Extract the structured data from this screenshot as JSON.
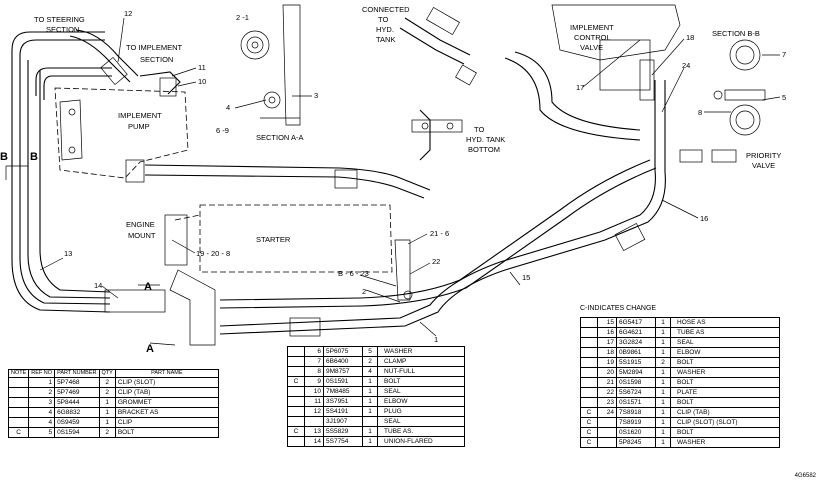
{
  "callouts": {
    "to_steering": "TO STEERING",
    "section": "SECTION",
    "to_implement": "TO IMPLEMENT",
    "section2": "SECTION",
    "implement": "IMPLEMENT",
    "pump": "PUMP",
    "n_2_1": "2 -1",
    "n_12": "12",
    "n_11": "11",
    "n_10": "10",
    "n_4": "4",
    "n_3": "3",
    "n_6_9": "6 -9",
    "section_aa": "SECTION A-A",
    "connected": "CONNECTED",
    "to_line": "TO",
    "hyd": "HYD.",
    "tank": "TANK",
    "to_hyd": "TO",
    "hyd2": "HYD. TANK",
    "bottom": "BOTTOM",
    "implement2": "IMPLEMENT",
    "control": "CONTROL",
    "valve": "VALVE",
    "n_17": "17",
    "n_18": "18",
    "n_24": "24",
    "section_bb": "SECTION B-B",
    "n_7": "7",
    "n_5": "5",
    "n_8": "8",
    "priority": "PRIORITY",
    "valve2": "VALVE",
    "n_16": "16",
    "engine": "ENGINE",
    "mount": "MOUNT",
    "n_19": "19 - 20 - 8",
    "starter": "STARTER",
    "n_21": "21 - 6",
    "n_22": "22",
    "n_b6": "B - 6 - 23",
    "n_2b": "2",
    "n_15": "15",
    "n_13": "13",
    "n_14": "14",
    "n_1": "1",
    "B": "B",
    "A": "A"
  },
  "left_table": {
    "headers": [
      "NOTE",
      "REF NO",
      "PART NUMBER",
      "QTY",
      "PART NAME"
    ],
    "rows": [
      [
        "",
        "1",
        "5P7468",
        "2",
        "CLIP (SLOT)"
      ],
      [
        "",
        "2",
        "5P7469",
        "2",
        "CLIP (TAB)"
      ],
      [
        "",
        "3",
        "5P8444",
        "1",
        "GROMMET"
      ],
      [
        "",
        "4",
        "6G8832",
        "1",
        "BRACKET AS"
      ],
      [
        "",
        "4",
        "0S9459",
        "1",
        "CLIP"
      ],
      [
        "C",
        "5",
        "0S1594",
        "2",
        "BOLT"
      ]
    ]
  },
  "mid_table": {
    "rows": [
      [
        "",
        "6",
        "5P6075",
        "5",
        "WASHER"
      ],
      [
        "",
        "7",
        "6B6400",
        "2",
        "CLAMP"
      ],
      [
        "",
        "8",
        "9M8757",
        "4",
        "NUT-FULL"
      ],
      [
        "C",
        "9",
        "0S1591",
        "1",
        "BOLT"
      ],
      [
        "",
        "10",
        "7M8485",
        "1",
        "SEAL"
      ],
      [
        "",
        "11",
        "3S7951",
        "1",
        "ELBOW"
      ],
      [
        "",
        "12",
        "5S4191",
        "1",
        "PLUG"
      ],
      [
        "",
        "",
        "3J1907",
        "",
        "SEAL"
      ],
      [
        "C",
        "13",
        "5S5829",
        "1",
        "TUBE AS."
      ],
      [
        "",
        "14",
        "5S7754",
        "1",
        "UNION-FLARED"
      ]
    ]
  },
  "right_table": {
    "caption": "C-INDICATES CHANGE",
    "rows": [
      [
        "",
        "15",
        "6G5417",
        "1",
        "HOSE AS"
      ],
      [
        "",
        "16",
        "6G4621",
        "1",
        "TUBE AS"
      ],
      [
        "",
        "17",
        "3G2824",
        "1",
        "SEAL"
      ],
      [
        "",
        "18",
        "0B9861",
        "1",
        "ELBOW"
      ],
      [
        "",
        "19",
        "5S1915",
        "2",
        "BOLT"
      ],
      [
        "",
        "20",
        "5M2894",
        "1",
        "WASHER"
      ],
      [
        "",
        "21",
        "0S1598",
        "1",
        "BOLT"
      ],
      [
        "",
        "22",
        "5S6724",
        "1",
        "PLATE"
      ],
      [
        "",
        "23",
        "0S1571",
        "1",
        "BOLT"
      ],
      [
        "C",
        "24",
        "7S8918",
        "1",
        "CLIP (TAB)"
      ],
      [
        "C",
        "",
        "7S8919",
        "1",
        "CLIP (SLOT) (SLOT)"
      ],
      [
        "C",
        "",
        "0S1620",
        "1",
        "BOLT"
      ],
      [
        "C",
        "",
        "5P8245",
        "1",
        "WASHER"
      ]
    ]
  },
  "drawing_ref": "4G6582"
}
